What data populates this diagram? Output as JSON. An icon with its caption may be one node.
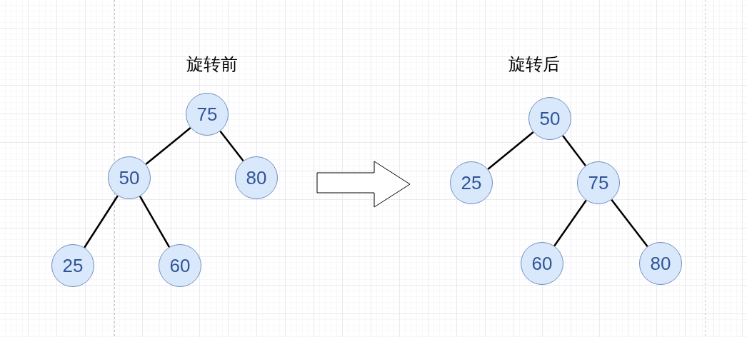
{
  "diagram": {
    "nodes": [
      {
        "text": [
          "75"
        ]
      },
      {
        "text": [
          "50"
        ]
      },
      {
        "text": [
          "80"
        ]
      },
      {
        "text": [
          "25"
        ]
      },
      {
        "text": [
          "60"
        ]
      },
      {
        "text": [
          "50"
        ]
      },
      {
        "text": [
          "25"
        ]
      },
      {
        "text": [
          "75"
        ]
      },
      {
        "text": [
          "60"
        ]
      },
      {
        "text": [
          "80"
        ]
      }
    ],
    "edges": [
      {
        "from": 0,
        "to": 1,
        "arrow": "none"
      },
      {
        "from": 0,
        "to": 2,
        "arrow": "none"
      },
      {
        "from": 1,
        "to": 3,
        "arrow": "none"
      },
      {
        "from": 1,
        "to": 4,
        "arrow": "none"
      },
      {
        "from": 5,
        "to": 6,
        "arrow": "none"
      },
      {
        "from": 5,
        "to": 7,
        "arrow": "none"
      },
      {
        "from": 7,
        "to": 8,
        "arrow": "none"
      },
      {
        "from": 7,
        "to": 9,
        "arrow": "none"
      }
    ],
    "labels": [
      "旋转前",
      "旋转后"
    ]
  }
}
